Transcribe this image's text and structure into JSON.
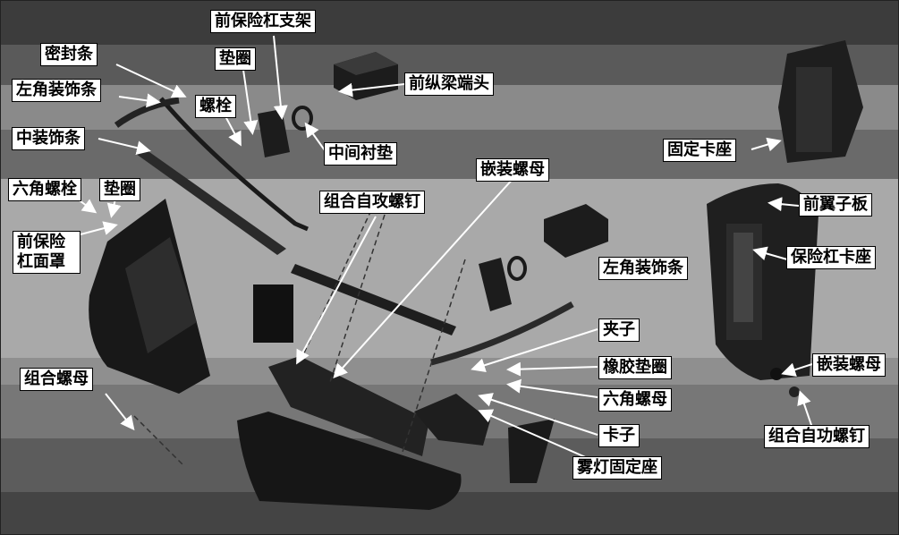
{
  "labels": {
    "front_bumper_bracket": "前保险杠支架",
    "seal_strip": "密封条",
    "washer_top": "垫圈",
    "left_corner_trim_top": "左角装饰条",
    "bolt": "螺栓",
    "front_rail_end": "前纵梁端头",
    "middle_trim": "中装饰条",
    "middle_pad": "中间衬垫",
    "fixing_seat": "固定卡座",
    "hex_bolt": "六角螺栓",
    "washer_left": "垫圈",
    "insert_nut_top": "嵌装螺母",
    "combo_tapping_screw": "组合自攻螺钉",
    "front_fender_panel": "前翼子板",
    "front_bumper_cover_line1": "前保险",
    "front_bumper_cover_line2": "杠面罩",
    "bumper_mount": "保险杠卡座",
    "left_corner_trim_right": "左角装饰条",
    "clip": "夹子",
    "rubber_washer": "橡胶垫圈",
    "insert_nut_right": "嵌装螺母",
    "combo_nut": "组合螺母",
    "hex_nut": "六角螺母",
    "snap": "卡子",
    "combo_screw": "组合自功螺钉",
    "fog_lamp_holder": "雾灯固定座"
  },
  "colors": {
    "label_bg": "#ffffff",
    "label_border": "#000000",
    "leader_line": "#ffffff",
    "band_dark": "#3c3c3c",
    "band_mid": "#6a6a6a",
    "band_light": "#a8a8a8",
    "part_dark": "#1e1e1e"
  }
}
